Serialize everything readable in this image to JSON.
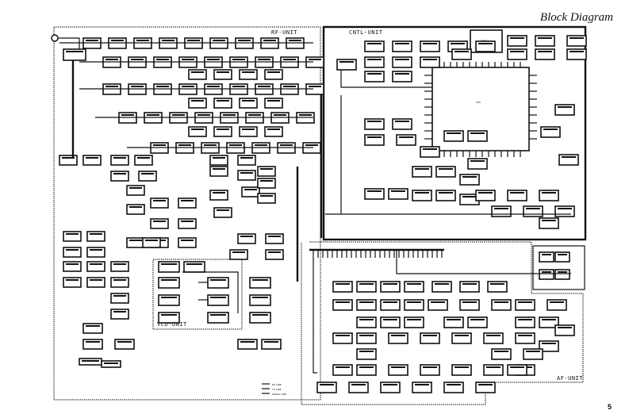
{
  "page": {
    "title": "Block Diagram",
    "page_number": "5"
  },
  "units": {
    "rf": "RF-UNIT",
    "cntl": "CNTL-UNIT",
    "vco": "VCO-UNIT",
    "af": "AF-UNIT"
  },
  "legend": {
    "items": [
      "RX LINE",
      "TX LINE",
      "SERIAL LINE"
    ]
  },
  "cpu_block": {
    "label": "CPU"
  },
  "lcd_block": {
    "label": "LCD",
    "sub": "LCD/DISP UNIT"
  }
}
